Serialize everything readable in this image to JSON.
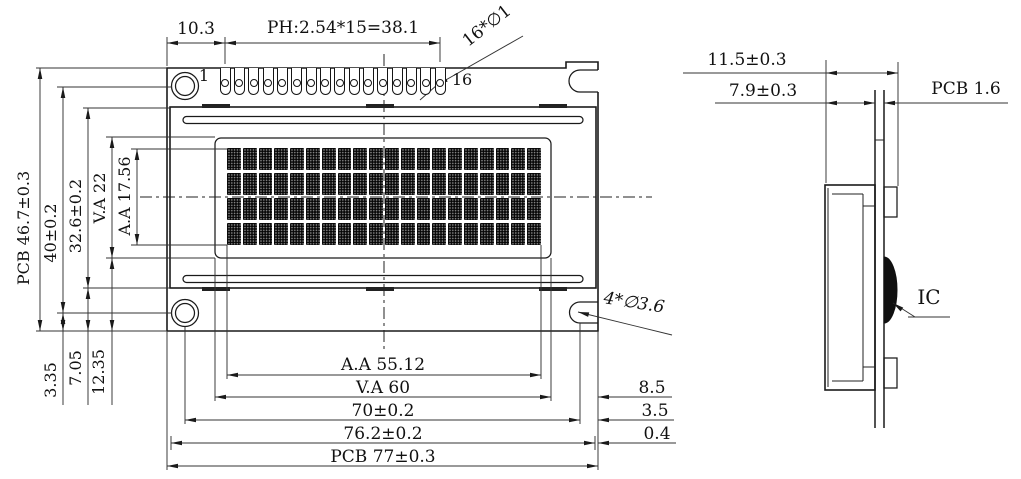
{
  "front_view": {
    "top_dims": {
      "left_offset": "10.3",
      "pin_pitch": "PH:2.54*15=38.1",
      "pin_hole": "16*∅1",
      "first_pin": "1",
      "last_pin": "16"
    },
    "left_dims": {
      "pcb_height": "PCB 46.7±0.3",
      "hole_spacing_v": "40±0.2",
      "bezel_height": "32.6±0.2",
      "va_height": "V.A 22",
      "aa_height": "A.A 17.56"
    },
    "bottom_left_dims": {
      "hole_offset": "3.35",
      "bezel_offset": "7.05",
      "va_offset": "12.35"
    },
    "bottom_dims": {
      "aa_width": "A.A 55.12",
      "va_width": "V.A 60",
      "hole_spacing_h": "70±0.2",
      "width_76": "76.2±0.2",
      "pcb_width": "PCB 77±0.3"
    },
    "right_dims": {
      "va_margin": "8.5",
      "hole_margin": "3.5",
      "edge_margin": "0.4"
    },
    "mount_holes_label": "4*∅3.6",
    "display": {
      "columns": 20,
      "rows": 4
    },
    "pins": {
      "count": 16
    }
  },
  "side_view": {
    "total_thickness": "11.5±0.3",
    "module_thickness": "7.9±0.3",
    "pcb_thickness": "PCB 1.6",
    "ic_label": "IC"
  }
}
